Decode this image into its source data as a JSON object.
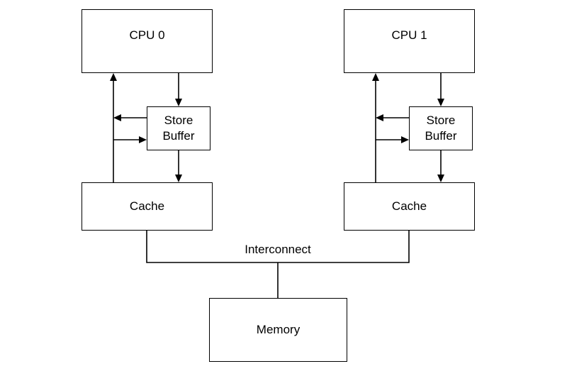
{
  "diagram": {
    "left_group": {
      "cpu": "CPU 0",
      "store_buffer_line1": "Store",
      "store_buffer_line2": "Buffer",
      "cache": "Cache"
    },
    "right_group": {
      "cpu": "CPU 1",
      "store_buffer_line1": "Store",
      "store_buffer_line2": "Buffer",
      "cache": "Cache"
    },
    "bus_label": "Interconnect",
    "memory": "Memory",
    "colors": {
      "line": "#000000",
      "box_fill": "#ffffff",
      "background": "#ffffff",
      "text": "#000000"
    }
  }
}
